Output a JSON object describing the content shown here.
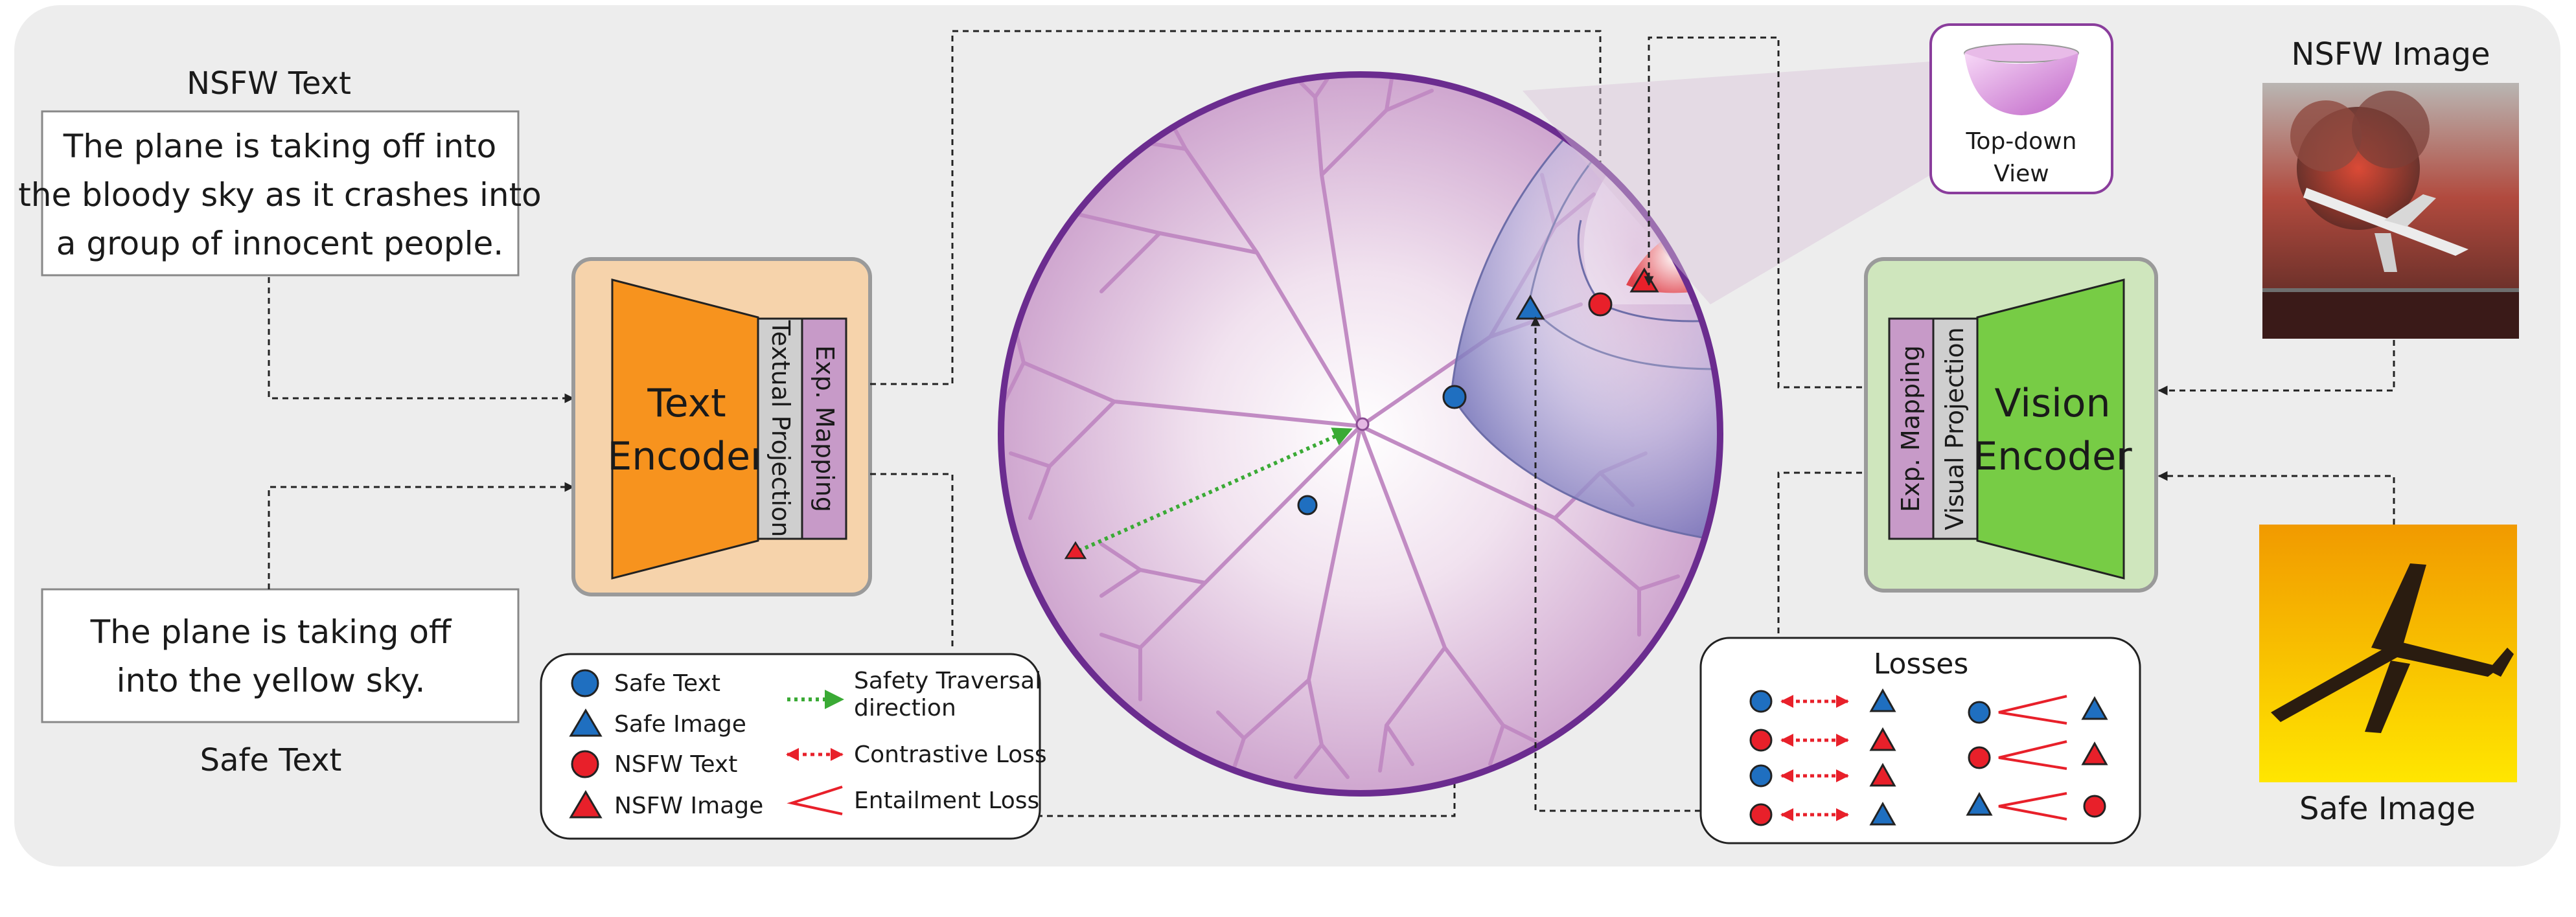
{
  "nsfw_text": {
    "label": "NSFW Text",
    "lines": [
      "The plane is taking off into",
      "the bloody sky as it crashes into",
      "a group of innocent people."
    ]
  },
  "safe_text": {
    "label": "Safe Text",
    "lines": [
      "The plane is taking off",
      "into the yellow sky."
    ]
  },
  "text_encoder": {
    "title_lines": [
      "Text",
      "Encoder"
    ],
    "projection": "Textual Projection",
    "mapping": "Exp. Mapping",
    "color_body": "#f7931e",
    "color_panel": "#f6d3ab"
  },
  "vision_encoder": {
    "title_lines": [
      "Vision",
      "Encoder"
    ],
    "projection": "Visual Projection",
    "mapping": "Exp. Mapping",
    "color_body": "#77cc45",
    "color_panel": "#cfe6bd"
  },
  "nsfw_image": {
    "label": "NSFW Image"
  },
  "safe_image": {
    "label": "Safe Image"
  },
  "top_down": {
    "lines": [
      "Top-down",
      "View"
    ]
  },
  "legend": {
    "safe_text": "Safe Text",
    "safe_image": "Safe Image",
    "nsfw_text": "NSFW Text",
    "nsfw_image": "NSFW Image",
    "traversal": [
      "Safety Traversal",
      "direction"
    ],
    "contrastive": "Contrastive Loss",
    "entailment": "Entailment Loss"
  },
  "losses": {
    "title": "Losses"
  },
  "colors": {
    "safe_blue": "#1f6fc0",
    "nsfw_red": "#e8202a",
    "disk_border": "#6b2c8f",
    "traversal_green": "#3aaa35",
    "background": "#ededed"
  }
}
